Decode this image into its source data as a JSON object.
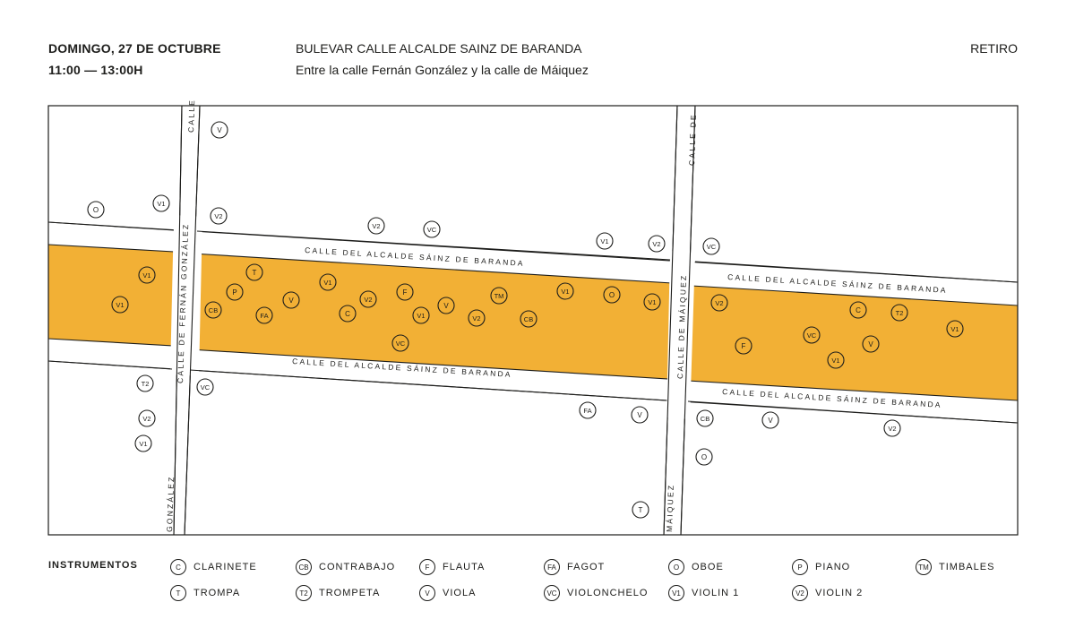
{
  "header": {
    "date": "DOMINGO, 27 DE OCTUBRE",
    "time": "11:00 — 13:00H",
    "street": "BULEVAR CALLE ALCALDE SAINZ DE BARANDA",
    "between": "Entre la calle Fernán González y la calle de Máiquez",
    "district": "RETIRO"
  },
  "colors": {
    "highlight": "#F2B035",
    "line": "#1d1d1b",
    "background": "#ffffff"
  },
  "map": {
    "street_labels": {
      "sainz_1": "CALLE DEL ALCALDE SÁINZ DE BARANDA",
      "sainz_2": "CALLE DEL ALCALDE SÁINZ DE BARANDA",
      "sainz_3": "CALLE DEL ALCALDE SÁINZ DE BARANDA",
      "sainz_4": "CALLE DEL ALCALDE SÁINZ DE BARANDA",
      "fernan_vertical": "CALLE DE FERNÁN GONZÁLEZ",
      "fernan_top": "CALLE",
      "fernan_bottom": "GONZÁLEZ",
      "maiquez_vertical": "CALLE DE MÁIQUEZ",
      "maiquez_top": "CALLE DE",
      "maiquez_bottom": "MÁIQUEZ"
    },
    "markers": [
      "O",
      "V1",
      "V",
      "V2",
      "V2",
      "VC",
      "V1",
      "V2",
      "VC",
      "V1",
      "T",
      "P",
      "CB",
      "FA",
      "V",
      "V1",
      "V1",
      "C",
      "V2",
      "F",
      "V1",
      "V",
      "TM",
      "V2",
      "CB",
      "V1",
      "O",
      "V1",
      "VC",
      "V2",
      "F",
      "C",
      "T2",
      "VC",
      "V1",
      "V",
      "V1",
      "T2",
      "V2",
      "V1",
      "VC",
      "FA",
      "V",
      "T",
      "CB",
      "V",
      "V2",
      "O"
    ]
  },
  "legend": {
    "title": "INSTRUMENTOS",
    "items": [
      {
        "code": "C",
        "label": "CLARINETE"
      },
      {
        "code": "CB",
        "label": "CONTRABAJO"
      },
      {
        "code": "F",
        "label": "FLAUTA"
      },
      {
        "code": "FA",
        "label": "FAGOT"
      },
      {
        "code": "O",
        "label": "OBOE"
      },
      {
        "code": "P",
        "label": "PIANO"
      },
      {
        "code": "TM",
        "label": "TIMBALES"
      },
      {
        "code": "T",
        "label": "TROMPA"
      },
      {
        "code": "T2",
        "label": "TROMPETA"
      },
      {
        "code": "V",
        "label": "VIOLA"
      },
      {
        "code": "VC",
        "label": "VIOLONCHELO"
      },
      {
        "code": "V1",
        "label": "VIOLIN 1"
      },
      {
        "code": "V2",
        "label": "VIOLIN 2"
      }
    ]
  }
}
